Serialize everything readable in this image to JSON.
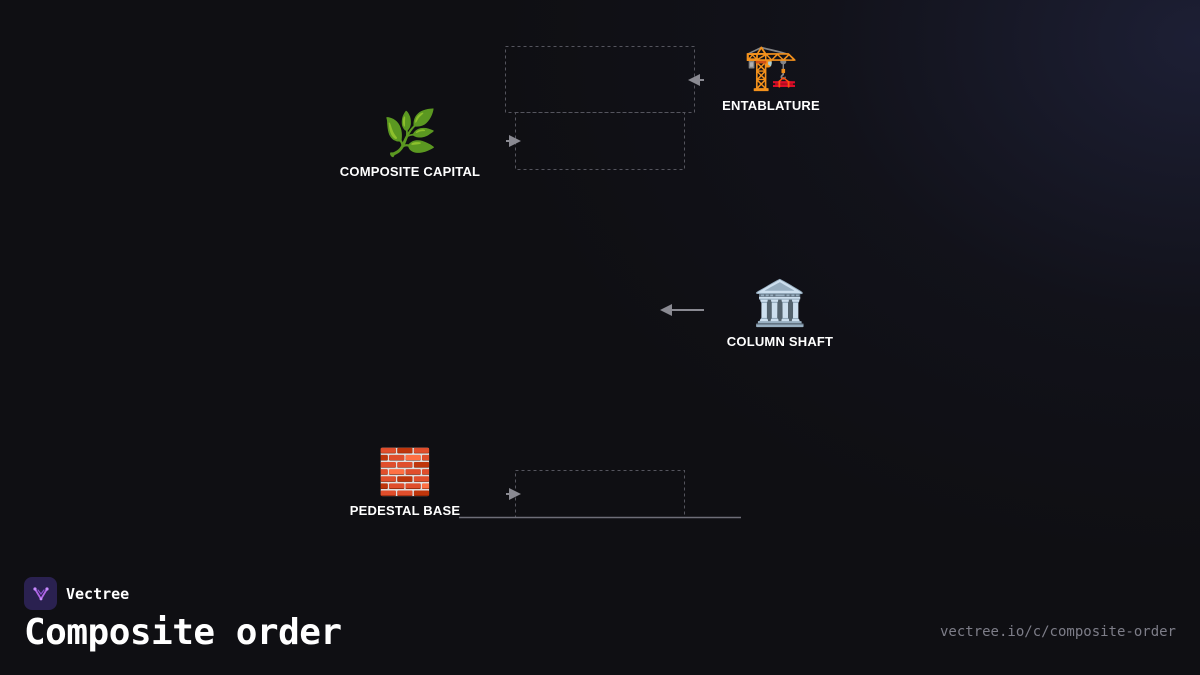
{
  "diagram": {
    "nodes": [
      {
        "id": "entablature",
        "icon": "construction-crane-icon",
        "glyph": "🏗️",
        "label": "ENTABLATURE"
      },
      {
        "id": "composite-capital",
        "icon": "herb-leaf-icon",
        "glyph": "🌿",
        "label": "COMPOSITE CAPITAL"
      },
      {
        "id": "column-shaft",
        "icon": "classical-building-icon",
        "glyph": "🏛️",
        "label": "COLUMN SHAFT"
      },
      {
        "id": "pedestal-base",
        "icon": "brick-icon",
        "glyph": "🧱",
        "label": "PEDESTAL BASE"
      }
    ],
    "connectors": [
      {
        "from": "entablature",
        "to": "entablature-group"
      },
      {
        "from": "composite-capital",
        "to": "capital-group"
      },
      {
        "from": "column-shaft",
        "to": "shaft-group"
      },
      {
        "from": "pedestal-base",
        "to": "base-group"
      }
    ],
    "line_color": "#6e6e78",
    "label_color": "#ffffff"
  },
  "footer": {
    "brand_name": "Vectree",
    "title": "Composite order",
    "url": "vectree.io/c/composite-order",
    "brand_color": "#2a2150",
    "accent_color": "#b066e8"
  }
}
